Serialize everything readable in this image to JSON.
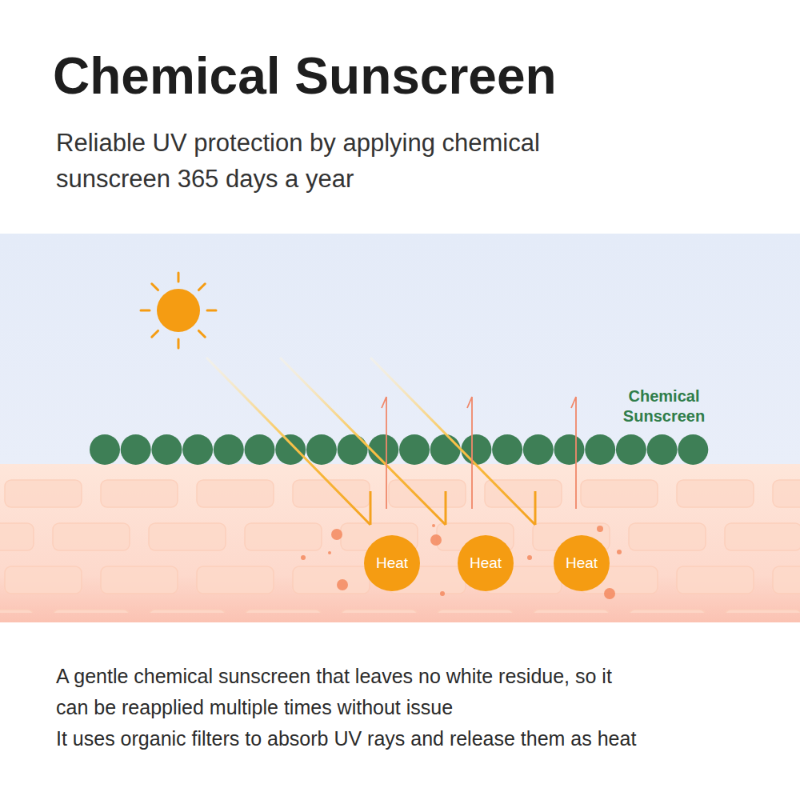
{
  "diagram": {
    "title": "Chemical Sunscreen",
    "caption": "A gentle chemical sunscreen that leaves no white residue, so it can be reapplied multiple times without issue",
    "nodes": [
      {
        "text": [
          "Heat"
        ]
      },
      {
        "text": [
          "Heat"
        ]
      },
      {
        "text": [
          "Heat"
        ]
      }
    ],
    "labels": [
      "Reliable UV protection by applying chemical sunscreen 365 days a year",
      "Chemical Sunscreen",
      "It uses organic filters to absorb UV rays and release them as heat"
    ]
  }
}
